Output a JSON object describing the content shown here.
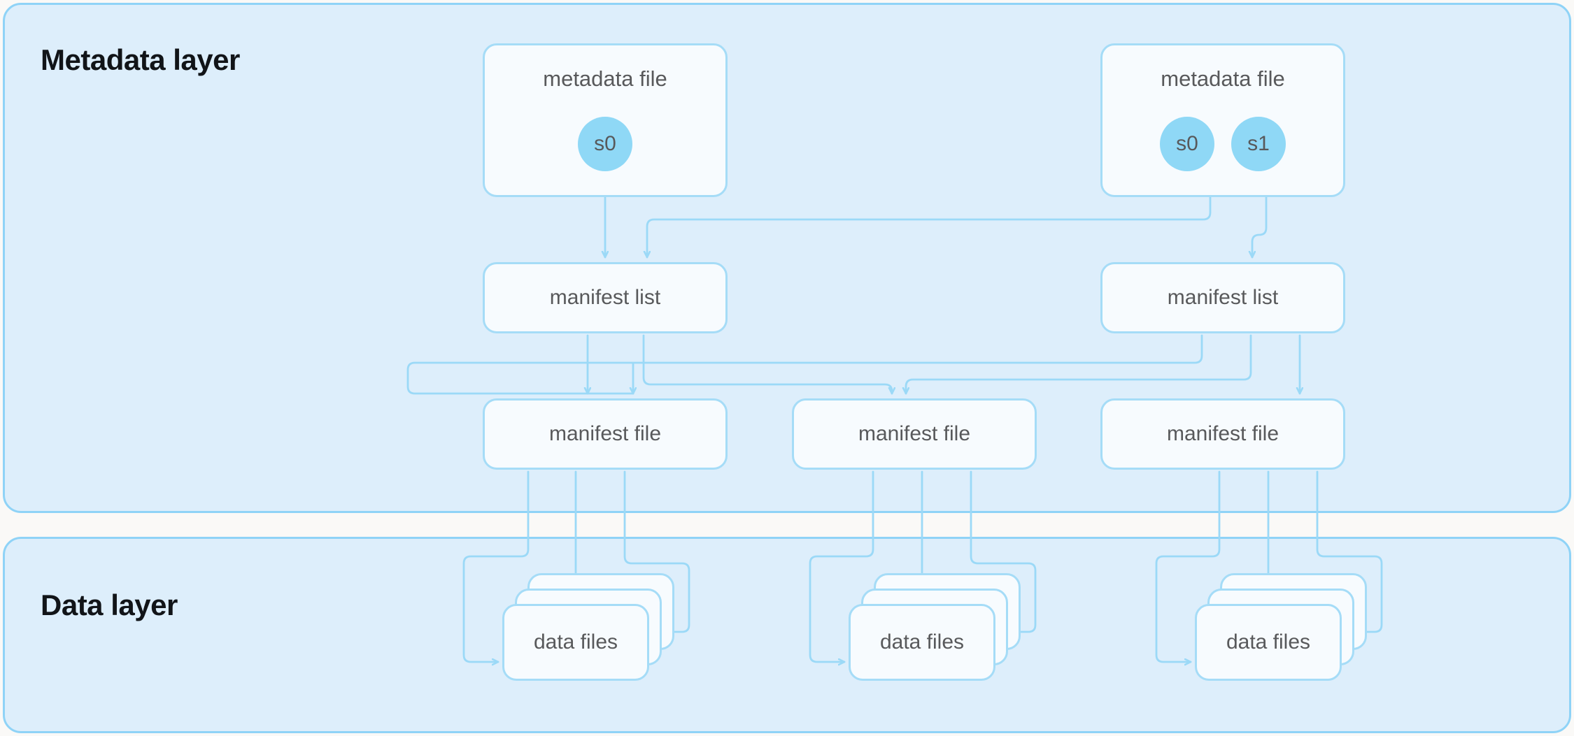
{
  "diagram": {
    "type": "architecture-diagram",
    "title_colors": {
      "panel_fill": "#ddeefb",
      "panel_border": "#8fd3f7",
      "node_fill": "#f7fbfe",
      "node_border": "#a5dcf7",
      "snapshot_fill": "#8fd8f6",
      "connector": "#9bd9f7",
      "label_text": "#58595b",
      "heading_text": "#111418",
      "page_background": "#faf9f7"
    }
  },
  "layers": [
    {
      "id": "metadata-layer",
      "title": "Metadata layer",
      "metadata_files": [
        {
          "id": "meta-file-1",
          "label": "metadata file",
          "snapshots": [
            {
              "id": "s0-left",
              "label": "s0"
            }
          ]
        },
        {
          "id": "meta-file-2",
          "label": "metadata file",
          "snapshots": [
            {
              "id": "s0-right",
              "label": "s0"
            },
            {
              "id": "s1-right",
              "label": "s1"
            }
          ]
        }
      ],
      "manifest_lists": [
        {
          "id": "manifest-list-1",
          "label": "manifest list"
        },
        {
          "id": "manifest-list-2",
          "label": "manifest list"
        }
      ],
      "manifest_files": [
        {
          "id": "manifest-file-1",
          "label": "manifest file"
        },
        {
          "id": "manifest-file-2",
          "label": "manifest file"
        },
        {
          "id": "manifest-file-3",
          "label": "manifest file"
        }
      ]
    },
    {
      "id": "data-layer",
      "title": "Data layer",
      "data_file_groups": [
        {
          "id": "data-files-1",
          "label": "data files",
          "sheets": 3
        },
        {
          "id": "data-files-2",
          "label": "data files",
          "sheets": 3
        },
        {
          "id": "data-files-3",
          "label": "data files",
          "sheets": 3
        }
      ]
    }
  ],
  "edges": [
    {
      "from": "s0-left",
      "to": "manifest-list-1"
    },
    {
      "from": "s0-right",
      "to": "manifest-list-1"
    },
    {
      "from": "s1-right",
      "to": "manifest-list-2"
    },
    {
      "from": "manifest-list-1",
      "to": "manifest-file-1"
    },
    {
      "from": "manifest-list-1",
      "to": "manifest-file-2"
    },
    {
      "from": "manifest-list-2",
      "to": "manifest-file-1"
    },
    {
      "from": "manifest-list-2",
      "to": "manifest-file-2"
    },
    {
      "from": "manifest-list-2",
      "to": "manifest-file-3"
    },
    {
      "from": "manifest-file-1",
      "to": "data-files-1"
    },
    {
      "from": "manifest-file-1",
      "to": "data-files-1"
    },
    {
      "from": "manifest-file-1",
      "to": "data-files-1"
    },
    {
      "from": "manifest-file-2",
      "to": "data-files-2"
    },
    {
      "from": "manifest-file-2",
      "to": "data-files-2"
    },
    {
      "from": "manifest-file-2",
      "to": "data-files-2"
    },
    {
      "from": "manifest-file-3",
      "to": "data-files-3"
    },
    {
      "from": "manifest-file-3",
      "to": "data-files-3"
    },
    {
      "from": "manifest-file-3",
      "to": "data-files-3"
    }
  ]
}
